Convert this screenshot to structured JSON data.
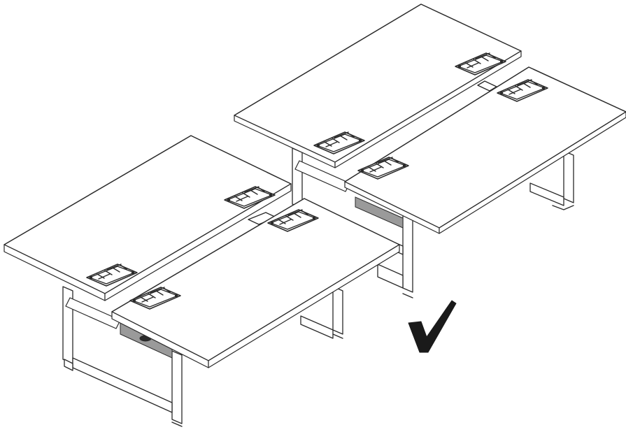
{
  "figure": {
    "subject": "bench-desk-line-drawing",
    "desk_groups": 2,
    "worktops_per_group": 2,
    "grommets_per_worktop": 2,
    "status_icon": "checkmark-icon",
    "colors": {
      "line": "#2a2a2a",
      "fill": "#ffffff",
      "check": "#1a1a1a"
    }
  }
}
